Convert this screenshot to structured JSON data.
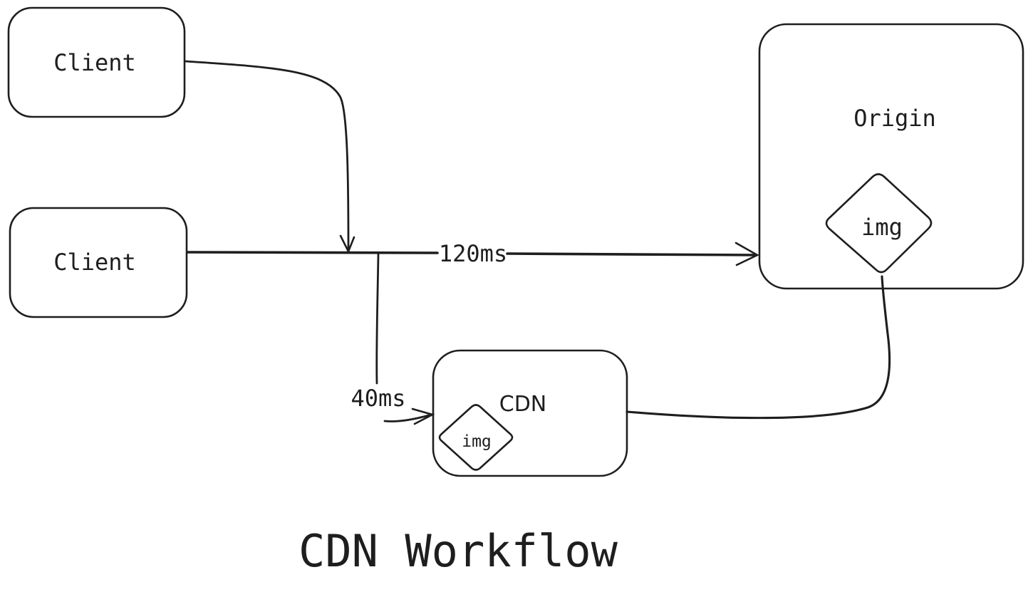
{
  "title": "CDN Workflow",
  "colors": {
    "stroke": "#1e1e1e",
    "background": "#ffffff"
  },
  "nodes": {
    "client1": {
      "label": "Client"
    },
    "client2": {
      "label": "Client"
    },
    "origin": {
      "label": "Origin",
      "resource_label": "img"
    },
    "cdn": {
      "label": "CDN",
      "resource_label": "img"
    }
  },
  "edges": {
    "client_to_origin": {
      "latency_label": "120ms"
    },
    "client_to_cdn": {
      "latency_label": "40ms"
    }
  }
}
